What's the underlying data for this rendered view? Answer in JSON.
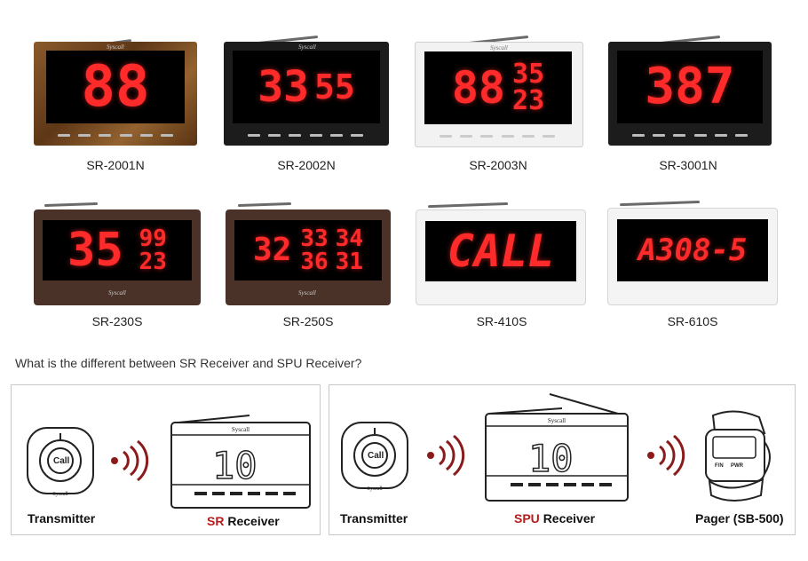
{
  "products": [
    {
      "model": "SR-2001N",
      "display": [
        "88"
      ]
    },
    {
      "model": "SR-2002N",
      "display": [
        "33",
        "55"
      ]
    },
    {
      "model": "SR-2003N",
      "display": [
        "88",
        "35",
        "23"
      ]
    },
    {
      "model": "SR-3001N",
      "display": [
        "387"
      ]
    },
    {
      "model": "SR-230S",
      "display": [
        "35",
        "99",
        "23"
      ]
    },
    {
      "model": "SR-250S",
      "display": [
        "32",
        "33",
        "34",
        "36",
        "31"
      ]
    },
    {
      "model": "SR-410S",
      "display": [
        "CALL"
      ]
    },
    {
      "model": "SR-610S",
      "display": [
        "A308-5"
      ]
    }
  ],
  "brand": "Syscall",
  "question": "What is the different between SR Receiver and SPU Receiver?",
  "sr_panel": {
    "transmitter": "Transmitter",
    "receiver_prefix": "SR",
    "receiver_suffix": "Receiver",
    "call_label": "Call",
    "receiver_display": "10"
  },
  "spu_panel": {
    "transmitter": "Transmitter",
    "receiver_prefix": "SPU",
    "receiver_suffix": "Receiver",
    "pager": "Pager (SB-500)",
    "call_label": "Call",
    "receiver_display": "10",
    "pager_keys": [
      "F/N",
      "PWR"
    ]
  },
  "colors": {
    "accent_red": "#b71c1c",
    "led_red": "#ff2a2a"
  }
}
